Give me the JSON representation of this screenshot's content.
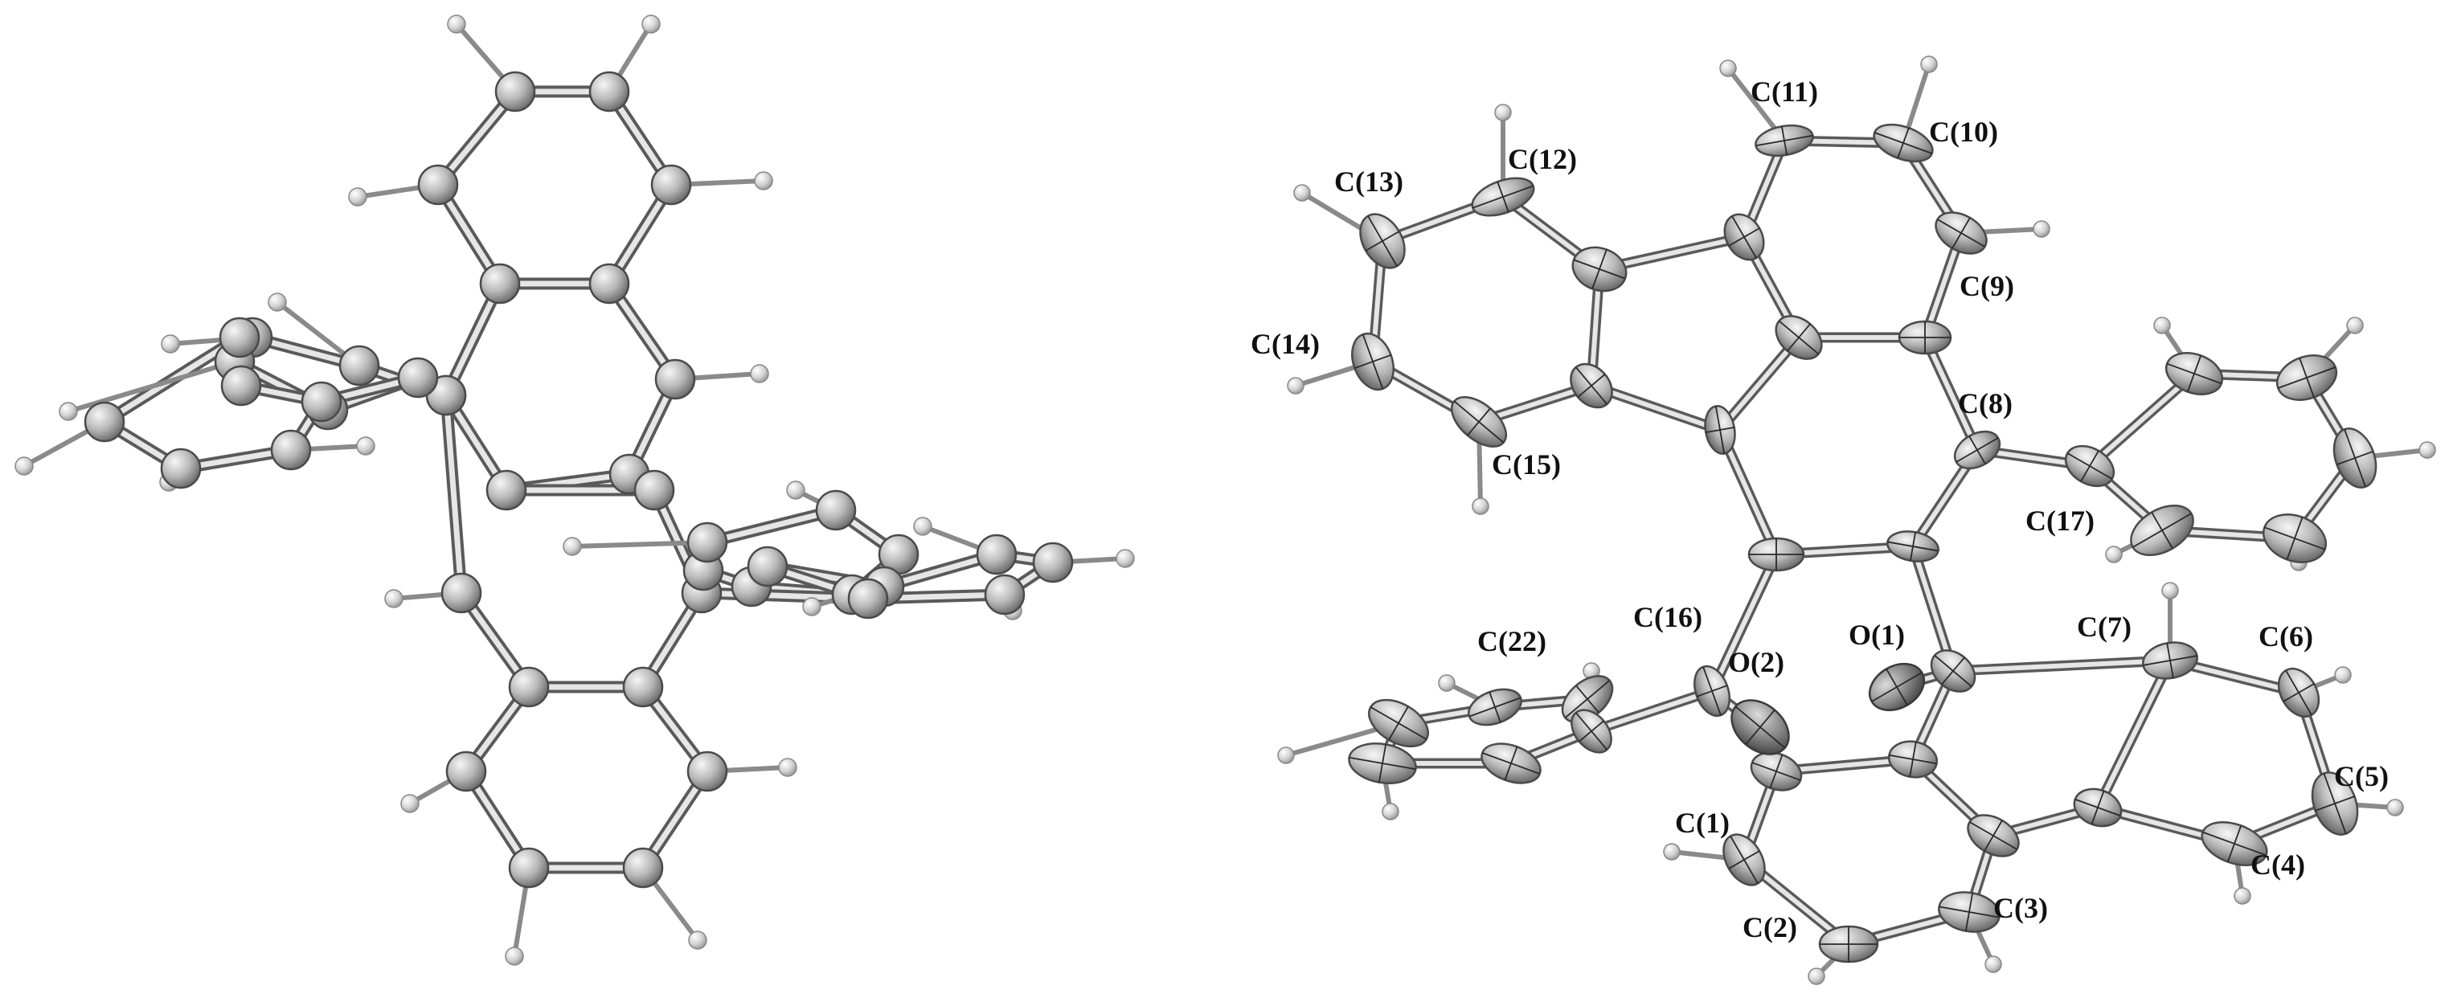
{
  "figure": {
    "panels": [
      {
        "id": "left",
        "kind": "ball-and-stick"
      },
      {
        "id": "right",
        "kind": "thermal-ellipsoid"
      }
    ]
  },
  "labels": {
    "c1": "C(1)",
    "c2": "C(2)",
    "c3": "C(3)",
    "c4": "C(4)",
    "c5": "C(5)",
    "c6": "C(6)",
    "c7": "C(7)",
    "c8": "C(8)",
    "c9": "C(9)",
    "c10": "C(10)",
    "c11": "C(11)",
    "c12": "C(12)",
    "c13": "C(13)",
    "c14": "C(14)",
    "c15": "C(15)",
    "c16": "C(16)",
    "c17": "C(17)",
    "c22": "C(22)",
    "o1": "O(1)",
    "o2": "O(2)"
  },
  "colors": {
    "background": "#ffffff",
    "atom_carbon": "#b5b5b5",
    "atom_hydrogen": "#cfcfcf",
    "atom_oxygen": "#8f8f8f",
    "bond": "#5a5a5a",
    "label": "#111111"
  }
}
